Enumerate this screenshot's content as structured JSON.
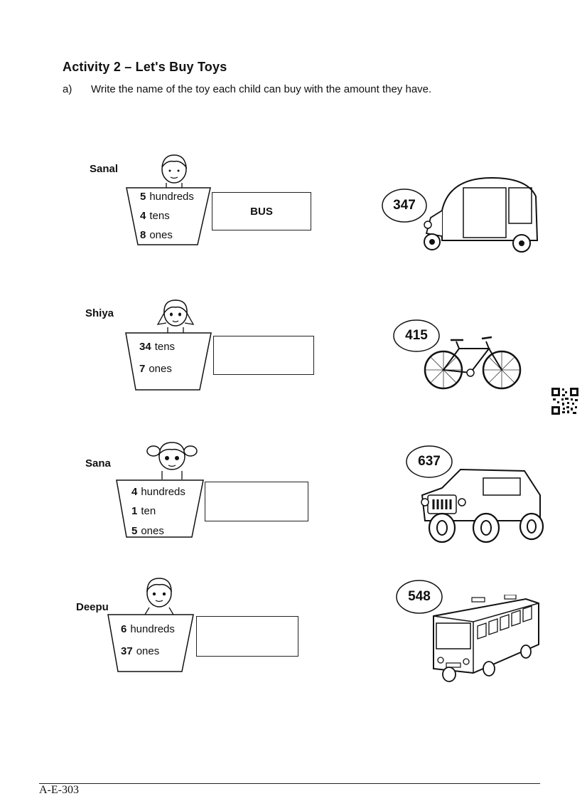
{
  "activity": {
    "title": "Activity 2 – Let's Buy Toys",
    "question_marker": "a)",
    "question": "Write the name of the toy each child can buy with the amount they have."
  },
  "children": [
    {
      "name": "Sanal",
      "lines": [
        {
          "num": "5",
          "unit": "hundreds"
        },
        {
          "num": "4",
          "unit": "tens"
        },
        {
          "num": "8",
          "unit": "ones"
        }
      ],
      "answer": "BUS"
    },
    {
      "name": "Shiya",
      "lines": [
        {
          "num": "34",
          "unit": "tens"
        },
        {
          "num": "7",
          "unit": "ones"
        }
      ],
      "answer": ""
    },
    {
      "name": "Sana",
      "lines": [
        {
          "num": "4",
          "unit": "hundreds"
        },
        {
          "num": "1",
          "unit": "ten"
        },
        {
          "num": "5",
          "unit": "ones"
        }
      ],
      "answer": ""
    },
    {
      "name": "Deepu",
      "lines": [
        {
          "num": "6",
          "unit": "hundreds"
        },
        {
          "num": "37",
          "unit": "ones"
        }
      ],
      "answer": ""
    }
  ],
  "toys": [
    {
      "price": "347",
      "icon": "auto-rickshaw-icon"
    },
    {
      "price": "415",
      "icon": "bicycle-icon"
    },
    {
      "price": "637",
      "icon": "jeep-icon"
    },
    {
      "price": "548",
      "icon": "bus-icon"
    }
  ],
  "footer": {
    "code": "A-E-303"
  }
}
